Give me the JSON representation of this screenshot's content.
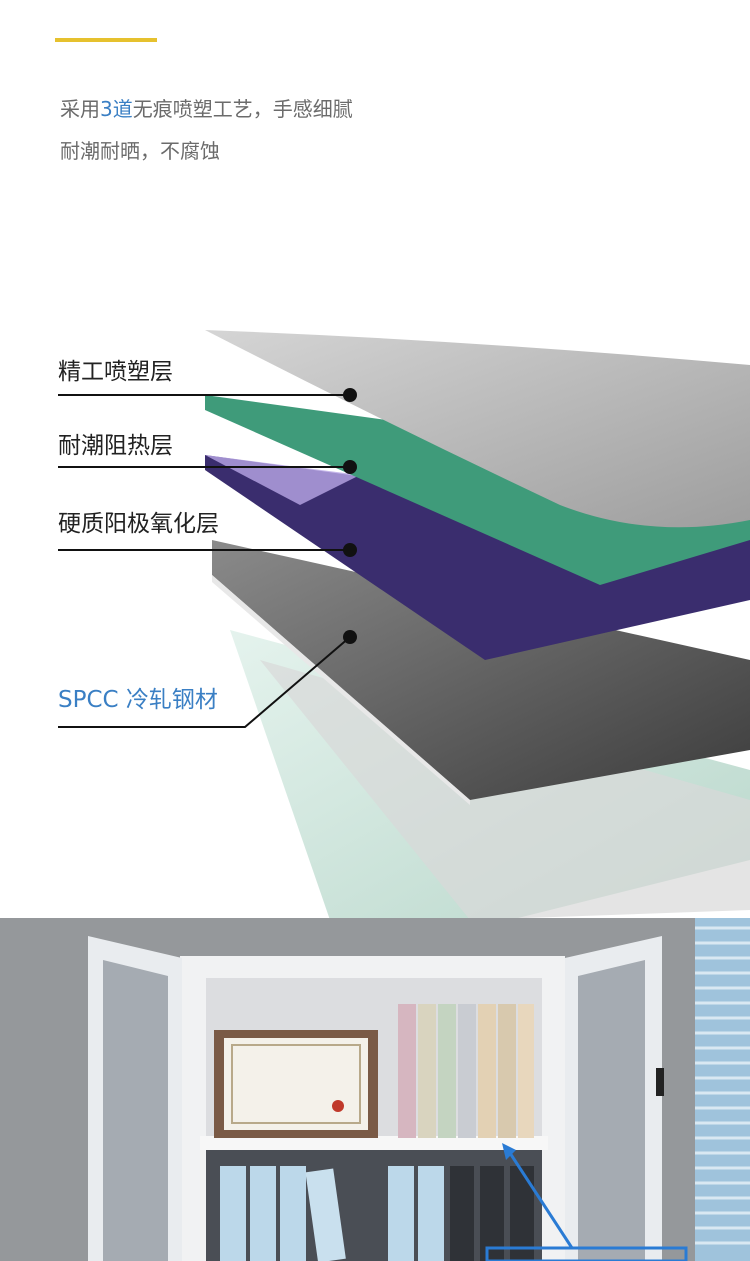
{
  "intro": {
    "line1_prefix": "采用",
    "line1_highlight": "3道",
    "line1_suffix": "无痕喷塑工艺，手感细腻",
    "line2": "耐潮耐晒，不腐蚀"
  },
  "layers": [
    {
      "label": "精工喷塑层"
    },
    {
      "label": "耐潮阻热层"
    },
    {
      "label": "硬质阳极氧化层"
    },
    {
      "label": "SPCC 冷轧钢材"
    }
  ],
  "colors": {
    "accent": "#e6c12e",
    "highlight": "#3a7fc4",
    "gray_layer": "#b5b5b5",
    "green_layer": "#3f9b7a",
    "purple_layer": "#3a2d6e",
    "steel_layer": "#555555"
  }
}
